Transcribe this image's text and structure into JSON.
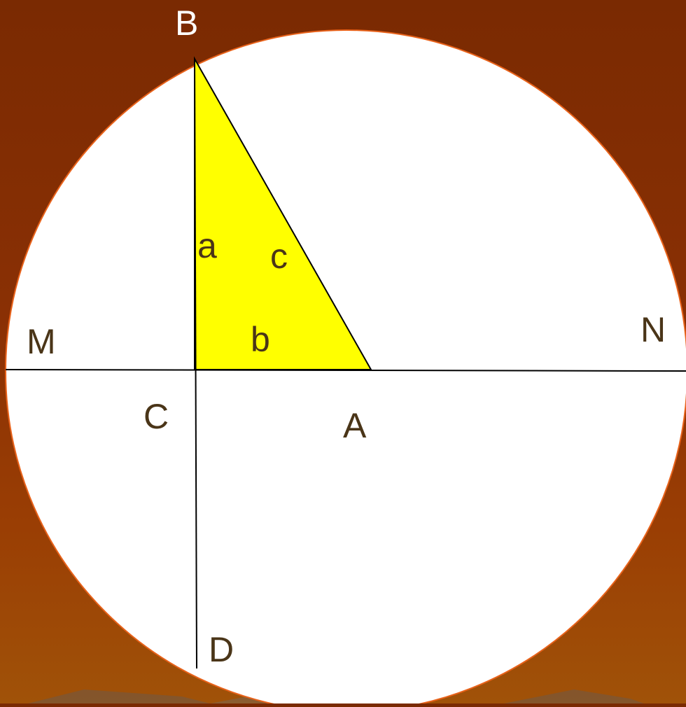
{
  "diagram": {
    "points": {
      "B": "B",
      "M": "M",
      "N": "N",
      "C": "C",
      "A": "A",
      "D": "D"
    },
    "sides": {
      "a": "a",
      "b": "b",
      "c": "c"
    }
  },
  "colors": {
    "background_top": "#7a2a02",
    "background_bottom": "#a05208",
    "circle_fill": "#ffffff",
    "circle_stroke": "#e8621a",
    "triangle_fill": "#ffff00",
    "line": "#000000",
    "label": "#4a3518"
  }
}
